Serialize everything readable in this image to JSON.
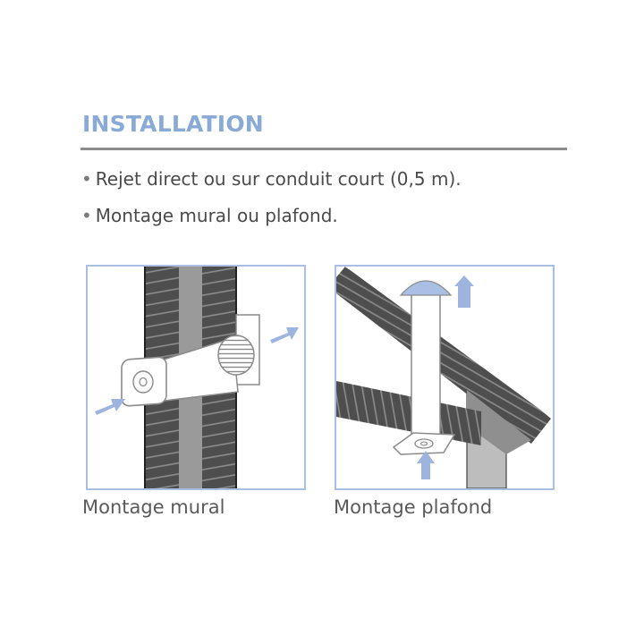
{
  "section": {
    "title": "INSTALLATION",
    "bullets": [
      "Rejet direct ou sur conduit court (0,5 m).",
      "Montage mural ou plafond."
    ],
    "bullet_char": "•"
  },
  "figures": [
    {
      "caption": "Montage mural",
      "icon": "wall-mount-diagram"
    },
    {
      "caption": "Montage plafond",
      "icon": "ceiling-mount-diagram"
    }
  ],
  "colors": {
    "accent": "#8aaad6",
    "frame": "#a9c0e4",
    "wall": "#4e4e4e",
    "arrow": "#9db4de"
  }
}
